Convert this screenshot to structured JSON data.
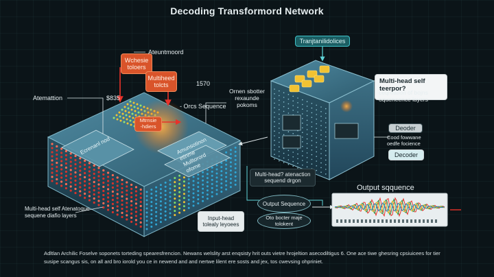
{
  "title": "Decoding Transformord Network",
  "labels": {
    "ateuntmoord": "Ateuntmoord",
    "atemattion": "Atemattion",
    "num_835": "$835",
    "num_1570": "1570",
    "orcs_sequence": "- Orcs Sequence",
    "ornen_sbotter": "Ornen sbotter\nrexaunde\npokoms",
    "tranjtanilidolices": "Tranjtanilidolices",
    "multi_head_top": "Multi-head self teerpor?",
    "cequreation": "ceqreation of bojns\noqueneence layers",
    "deoder": "Deoder",
    "cood_fowwane": "Cood fowwane\noedfe focience",
    "decoder": "Decoder",
    "multi_head_mid": "Multi-head? atenaction\nsequend drgon",
    "output_sequence_title": "Output sqquence",
    "output_sequence_oval": "Output Sequence",
    "oto_bocter": "Oto bocter maje\ntolokent",
    "input_head": "Input-head\ntolealy leyoees",
    "multi_head_left": "Multi-head self Atenatoque\nsequene diafio layers",
    "orange_1": "Wchesie\ntoloers",
    "orange_2": "Multiheed\ntolcts",
    "orange_3": "Mtrnsie\n-hdiers",
    "slab_1": "Ecrenanl nod",
    "slab_2": "Amunsotinon\netinme",
    "slab_3": "Mulltorord\nofome"
  },
  "bottom_note": "Adltlan Archilic Foselve soponets torteding spearesfrencion. Newans welslity arst enqsisty hrit outs vietre hrojeltion asecodiltigus 6. One ace tiwe ghesring cpsiuicees for tier susipe scangus sis, on all ard bro iorold you ce in newend and and nertwe lilent ere sosts and jex, tos cwevsing ohpriniet.",
  "colors": {
    "teal": "#3fc3c9",
    "orange": "#d9542a",
    "red": "#e8322a",
    "cube_blue": "#3b6f86",
    "background": "#0b1418"
  }
}
